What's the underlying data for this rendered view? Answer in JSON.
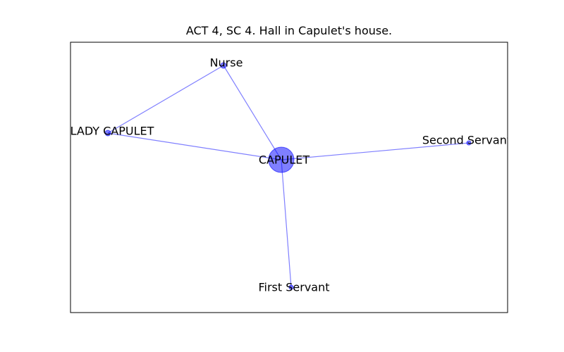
{
  "figure": {
    "title": "ACT 4, SC 4. Hall in Capulet's house."
  },
  "colors": {
    "edge": "#0000ff",
    "node": "#0000ff",
    "frame": "#000000",
    "label": "#000000"
  },
  "nodes": [
    {
      "id": "CAPULET",
      "label": "CAPULET",
      "weight": 4
    },
    {
      "id": "Nurse",
      "label": "Nurse",
      "weight": 1
    },
    {
      "id": "LADY CAPULET",
      "label": "LADY CAPULET",
      "weight": 1
    },
    {
      "id": "Second Servant",
      "label": "Second Servant",
      "weight": 0
    },
    {
      "id": "First Servant",
      "label": "First Servant",
      "weight": 0
    }
  ],
  "edges": [
    {
      "source": "Nurse",
      "target": "LADY CAPULET"
    },
    {
      "source": "Nurse",
      "target": "CAPULET"
    },
    {
      "source": "LADY CAPULET",
      "target": "CAPULET"
    },
    {
      "source": "CAPULET",
      "target": "Second Servant"
    },
    {
      "source": "CAPULET",
      "target": "First Servant"
    }
  ]
}
